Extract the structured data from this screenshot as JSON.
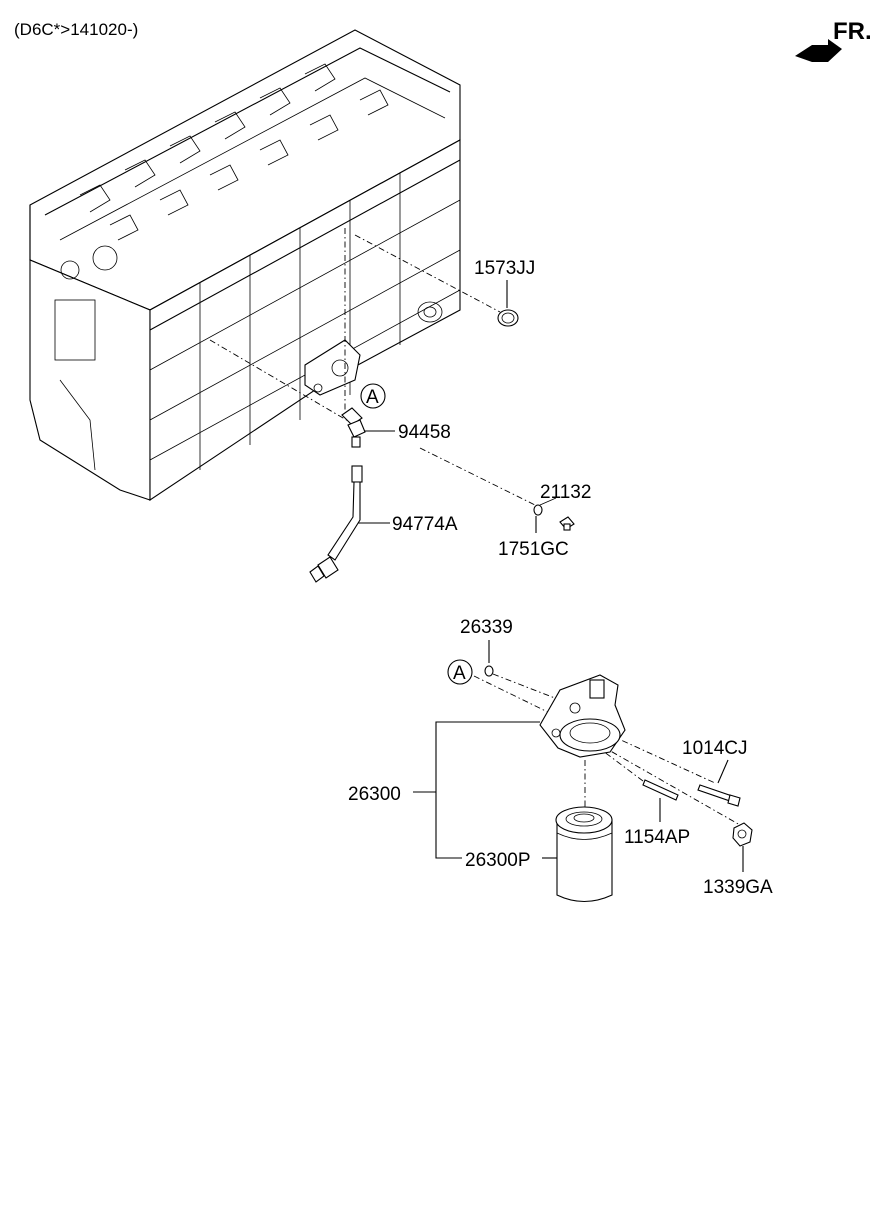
{
  "header": {
    "model_code": "(D6C*>141020-)",
    "front_indicator": "FR."
  },
  "callouts": {
    "ref_a_top": "A",
    "ref_a_bottom": "A"
  },
  "parts": {
    "p1573JJ": "1573JJ",
    "p94458": "94458",
    "p21132": "21132",
    "p94774A": "94774A",
    "p1751GC": "1751GC",
    "p26339": "26339",
    "p1014CJ": "1014CJ",
    "p26300": "26300",
    "p1154AP": "1154AP",
    "p26300P": "26300P",
    "p1339GA": "1339GA"
  },
  "icons": {
    "front_arrow": "arrow-left-icon"
  }
}
